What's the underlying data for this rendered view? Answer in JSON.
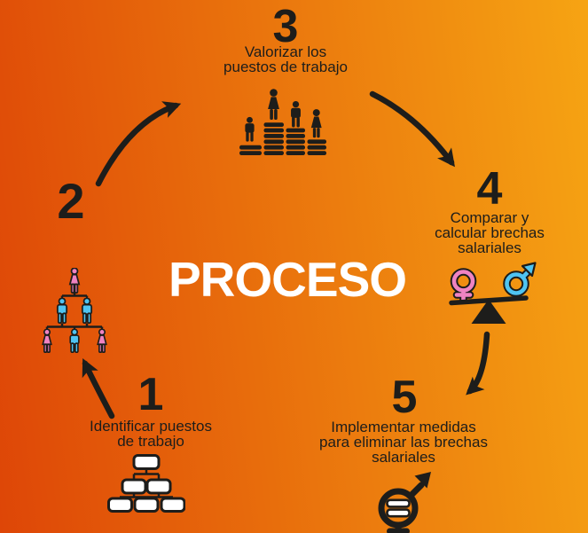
{
  "title": "PROCESO",
  "colors": {
    "background_left": "#de4607",
    "background_right": "#f6a413",
    "ink": "#1d1d1b",
    "title_text": "#ffffff",
    "female_pink": "#ef83c2",
    "male_blue": "#4fc4f1",
    "box_white": "#ffffff"
  },
  "steps": [
    {
      "number": "1",
      "label": "Identificar puestos\nde trabajo",
      "icon": "org-chart-icon"
    },
    {
      "number": "2",
      "label": "",
      "icon": "people-hierarchy-icon"
    },
    {
      "number": "3",
      "label": "Valorizar los\npuestos de trabajo",
      "icon": "people-podium-icon"
    },
    {
      "number": "4",
      "label": "Comparar y\ncalcular brechas\nsalariales",
      "icon": "gender-balance-scale-icon"
    },
    {
      "number": "5",
      "label": "Implementar medidas\npara eliminar las brechas\nsalariales",
      "icon": "gender-equality-icon"
    }
  ],
  "flow": [
    "1-to-2",
    "2-to-3",
    "3-to-4",
    "4-to-5"
  ]
}
